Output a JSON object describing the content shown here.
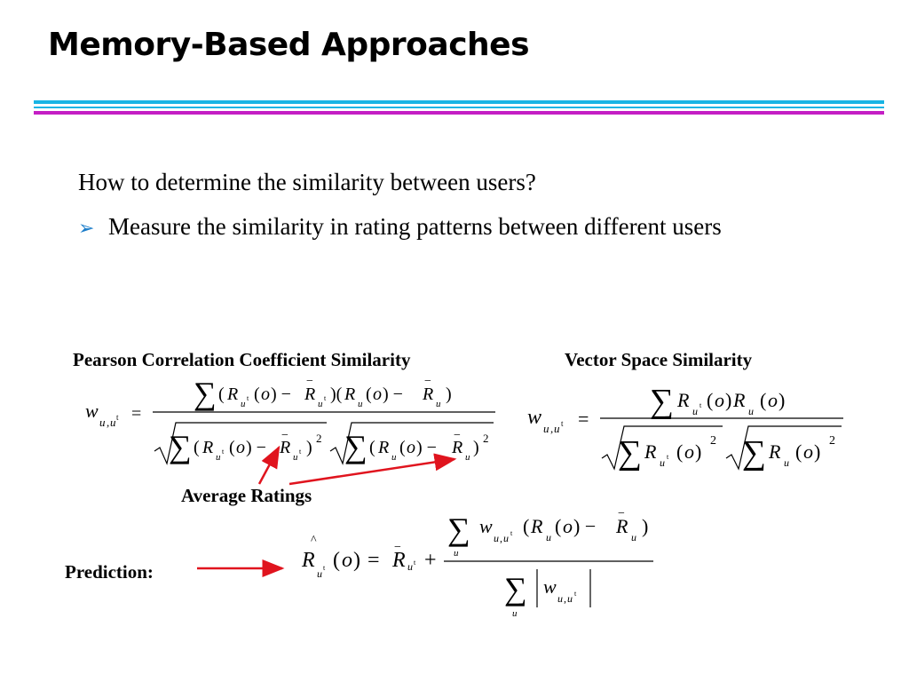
{
  "title": "Memory-Based Approaches",
  "question": "How to determine the similarity between users?",
  "bullet": {
    "icon": "arrow-bullet-icon",
    "text": "Measure the similarity in rating patterns between different users"
  },
  "pearson_label": "Pearson Correlation Coefficient Similarity",
  "vector_label": "Vector Space Similarity",
  "average_label": "Average Ratings",
  "prediction_label": "Prediction:",
  "colors": {
    "title_rule_cyan": "#18b4e4",
    "title_rule_magenta": "#c41ec4",
    "arrow_red": "#e0141e",
    "bullet_blue": "#1a7cc9"
  }
}
